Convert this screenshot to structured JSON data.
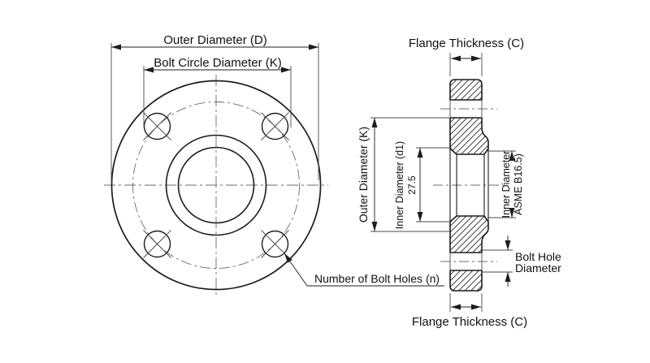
{
  "front_view": {
    "dim_outer_diameter_label": "Outer Diameter (D)",
    "dim_bolt_circle_label": "Bolt Circle Diameter (K)",
    "callout_bolt_holes_label": "Number of Bolt Holes (n)"
  },
  "section_view": {
    "dim_flange_thickness_top_label": "Flange Thickness (C)",
    "dim_flange_thickness_bottom_label": "Flange Thickness (C)",
    "dim_outer_diameter_label": "Outer Diameter (K)",
    "dim_inner_diameter_label": "Inner Diameter (d1)",
    "dim_inner_diameter_value": "27.5",
    "dim_inner_diameter_asme_label_line1": "Inner Diameter",
    "dim_inner_diameter_asme_label_line2": "ASME B16.5)",
    "dim_bolt_hole_label_line1": "Bolt Hole",
    "dim_bolt_hole_label_line2": "Diameter"
  },
  "colors": {
    "outline": "#1c1c1c",
    "thin_line": "#4a4a4a",
    "centerline": "#6b6b6b",
    "text": "#111111",
    "background": "#ffffff"
  }
}
